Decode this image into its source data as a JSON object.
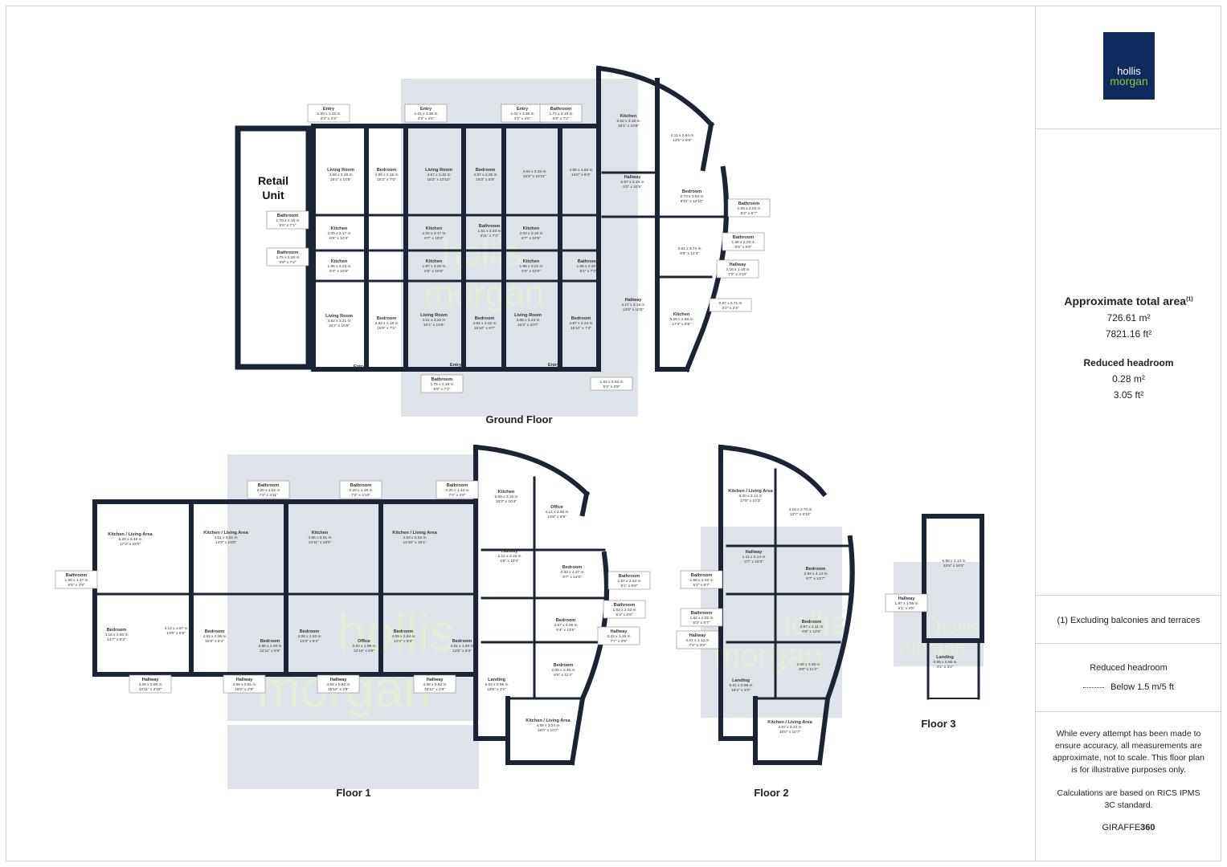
{
  "floor_labels": {
    "ground": "Ground Floor",
    "floor1": "Floor 1",
    "floor2": "Floor 2",
    "floor3": "Floor 3"
  },
  "retail_unit": [
    "Retail",
    "Unit"
  ],
  "watermark": [
    "hollis",
    "morgan"
  ],
  "rooms": {
    "ground": [
      {
        "name": "Entry",
        "dims": [
          "1.00 x 1.32 m",
          "3'3\" x 4'3\""
        ]
      },
      {
        "name": "Entry",
        "dims": [
          "1.01 x 1.35 m",
          "3'3\" x 4'5\""
        ]
      },
      {
        "name": "Entry",
        "dims": [
          "1.02 x 1.35 m",
          "3'4\" x 4'5\""
        ]
      },
      {
        "name": "Bathroom",
        "dims": [
          "1.74 x 2.19 m",
          "5'8\" x 7'2\""
        ]
      },
      {
        "name": "Kitchen",
        "dims": [
          "5.52 x 3.18 m",
          "18'1\" x 10'5\""
        ]
      },
      {
        "name": "",
        "dims": [
          "4.11 x 2.64 m",
          "13'5\" x 8'8\""
        ]
      },
      {
        "name": "Living Room",
        "dims": [
          "4.68 x 3.28 m",
          "15'4\" x 10'9\""
        ]
      },
      {
        "name": "Bedroom",
        "dims": [
          "4.95 x 2.15 m",
          "16'3\" x 7'0\""
        ]
      },
      {
        "name": "Living Room",
        "dims": [
          "4.67 x 3.32 m",
          "15'3\" x 10'10\""
        ]
      },
      {
        "name": "Bedroom",
        "dims": [
          "4.97 x 2.05 m",
          "16'3\" x 6'8\""
        ]
      },
      {
        "name": "",
        "dims": [
          "4.64 x 3.33 m",
          "15'2\" x 10'11\""
        ]
      },
      {
        "name": "",
        "dims": [
          "4.90 x 1.93 m",
          "16'0\" x 6'4\""
        ]
      },
      {
        "name": "Hallway",
        "dims": [
          "0.97 x 3.18 m",
          "3'2\" x 10'5\""
        ]
      },
      {
        "name": "Bedroom",
        "dims": [
          "2.73 x 3.93 m",
          "8'11\" x 12'10\""
        ]
      },
      {
        "name": "Bathroom",
        "dims": [
          "1.59 x 2.03 m",
          "5'2\" x 6'7\""
        ]
      },
      {
        "name": "Bathroom",
        "dims": [
          "1.70 x 2.18 m",
          "5'6\" x 7'1\""
        ]
      },
      {
        "name": "Kitchen",
        "dims": [
          "2.00 x 3.17 m",
          "6'6\" x 10'4\""
        ]
      },
      {
        "name": "Kitchen",
        "dims": [
          "2.02 x 3.17 m",
          "6'7\" x 10'4\""
        ]
      },
      {
        "name": "Bathroom",
        "dims": [
          "1.51 x 2.23 m",
          "4'11\" x 7'3\""
        ]
      },
      {
        "name": "Kitchen",
        "dims": [
          "2.02 x 3.18 m",
          "6'7\" x 10'5\""
        ]
      },
      {
        "name": "Bathroom",
        "dims": [
          "1.66 x 2.03 m",
          "5'5\" x 6'8\""
        ]
      },
      {
        "name": "Bathroom",
        "dims": [
          "1.75 x 2.20 m",
          "5'8\" x 7'2\""
        ]
      },
      {
        "name": "Kitchen",
        "dims": [
          "1.95 x 3.23 m",
          "6'4\" x 10'6\""
        ]
      },
      {
        "name": "Kitchen",
        "dims": [
          "1.97 x 3.20 m",
          "6'5\" x 10'6\""
        ]
      },
      {
        "name": "Kitchen",
        "dims": [
          "1.95 x 3.21 m",
          "6'4\" x 10'6\""
        ]
      },
      {
        "name": "Bathroom",
        "dims": [
          "1.56 x 2.20 m",
          "5'1\" x 7'2\""
        ]
      },
      {
        "name": "",
        "dims": [
          "2.91 x 3.74 m",
          "9'6\" x 12'3\""
        ]
      },
      {
        "name": "Hallway",
        "dims": [
          "2.16 x 1.18 m",
          "7'0\" x 3'10\""
        ]
      },
      {
        "name": "Living Room",
        "dims": [
          "4.62 x 3.21 m",
          "15'2\" x 10'6\""
        ]
      },
      {
        "name": "Bedroom",
        "dims": [
          "4.82 x 2.18 m",
          "15'9\" x 7'1\""
        ]
      },
      {
        "name": "Living Room",
        "dims": [
          "4.61 x 3.20 m",
          "15'1\" x 10'6\""
        ]
      },
      {
        "name": "Bedroom",
        "dims": [
          "4.84 x 2.02 m",
          "15'10\" x 6'7\""
        ]
      },
      {
        "name": "Living Room",
        "dims": [
          "4.66 x 3.23 m",
          "15'3\" x 10'7\""
        ]
      },
      {
        "name": "Bedroom",
        "dims": [
          "4.87 x 2.24 m",
          "15'11\" x 7'4\""
        ]
      },
      {
        "name": "Hallway",
        "dims": [
          "4.17 x 3.18 m",
          "13'8\" x 10'5\""
        ]
      },
      {
        "name": "",
        "dims": [
          "0.97 x 0.71 m",
          "3'2\" x 2'3\""
        ]
      },
      {
        "name": "Kitchen",
        "dims": [
          "5.29 x 2.58 m",
          "17'4\" x 8'5\""
        ]
      },
      {
        "name": "Entry",
        "dims": []
      },
      {
        "name": "Entry",
        "dims": []
      },
      {
        "name": "Entry",
        "dims": []
      },
      {
        "name": "Bathroom",
        "dims": [
          "1.75 x 2.19 m",
          "5'8\" x 7'2\""
        ]
      },
      {
        "name": "",
        "dims": [
          "1.64 x 0.83 m",
          "5'4\" x 2'8\""
        ]
      }
    ],
    "floor1": [
      {
        "name": "Bathroom",
        "dims": [
          "2.20 x 1.52 m",
          "7'2\" x 4'11\""
        ]
      },
      {
        "name": "Bathroom",
        "dims": [
          "2.20 x 1.48 m",
          "7'2\" x 4'10\""
        ]
      },
      {
        "name": "Bathroom",
        "dims": [
          "2.20 x 1.43 m",
          "7'2\" x 4'8\""
        ]
      },
      {
        "name": "Kitchen",
        "dims": [
          "5.59 x 3.15 m",
          "18'3\" x 10'4\""
        ]
      },
      {
        "name": "Office",
        "dims": [
          "4.14 x 2.68 m",
          "13'6\" x 8'9\""
        ]
      },
      {
        "name": "Kitchen / Living Area",
        "dims": [
          "5.26 x 5.49 m",
          "17'3\" x 18'0\""
        ]
      },
      {
        "name": "Kitchen / Living Area",
        "dims": [
          "4.51 x 5.51 m",
          "14'9\" x 18'0\""
        ]
      },
      {
        "name": "Kitchen",
        "dims": [
          "4.55 x 5.51 m",
          "14'11\" x 18'0\""
        ]
      },
      {
        "name": "Kitchen / Living Area",
        "dims": [
          "4.53 x 5.52 m",
          "14'10\" x 18'1\""
        ]
      },
      {
        "name": "Hallway",
        "dims": [
          "1.12 x 3.15 m",
          "3'8\" x 10'4\""
        ]
      },
      {
        "name": "Bedroom",
        "dims": [
          "2.93 x 4.27 m",
          "9'7\" x 14'0\""
        ]
      },
      {
        "name": "Bathroom",
        "dims": [
          "1.98 x 1.47 m",
          "6'5\" x 4'9\""
        ]
      },
      {
        "name": "Bathroom",
        "dims": [
          "1.57 x 2.04 m",
          "5'1\" x 6'8\""
        ]
      },
      {
        "name": "Bathroom",
        "dims": [
          "1.63 x 2.03 m",
          "5'4\" x 6'8\""
        ]
      },
      {
        "name": "Bedroom",
        "dims": [
          "2.87 x 4.09 m",
          "9'4\" x 13'5\""
        ]
      },
      {
        "name": "Hallway",
        "dims": [
          "2.32 x 1.15 m",
          "7'7\" x 3'9\""
        ]
      },
      {
        "name": "Bedroom",
        "dims": [
          "4.16 x 2.50 m",
          "13'7\" x 8'2\""
        ]
      },
      {
        "name": "",
        "dims": [
          "4.13 x 1.97 m",
          "13'6\" x 6'5\""
        ]
      },
      {
        "name": "Bedroom",
        "dims": [
          "4.82 x 2.56 m",
          "15'9\" x 8'4\""
        ]
      },
      {
        "name": "Bedroom",
        "dims": [
          "3.95 x 2.00 m",
          "12'11\" x 6'6\""
        ]
      },
      {
        "name": "Bedroom",
        "dims": [
          "4.06 x 2.53 m",
          "13'3\" x 8'3\""
        ]
      },
      {
        "name": "Office",
        "dims": [
          "3.93 x 1.99 m",
          "12'10\" x 6'6\""
        ]
      },
      {
        "name": "Bedroom",
        "dims": [
          "4.09 x 2.54 m",
          "13'4\" x 8'3\""
        ]
      },
      {
        "name": "Bedroom",
        "dims": [
          "3.81 x 1.93 m",
          "12'5\" x 6'3\""
        ]
      },
      {
        "name": "Bedroom",
        "dims": [
          "2.05 x 3.46 m",
          "6'8\" x 11'4\""
        ]
      },
      {
        "name": "Hallway",
        "dims": [
          "4.26 x 0.88 m",
          "13'11\" x 2'10\""
        ]
      },
      {
        "name": "Hallway",
        "dims": [
          "4.89 x 0.81 m",
          "16'0\" x 2'8\""
        ]
      },
      {
        "name": "Hallway",
        "dims": [
          "4.84 x 0.83 m",
          "15'10\" x 2'8\""
        ]
      },
      {
        "name": "Hallway",
        "dims": [
          "4.86 x 0.82 m",
          "15'11\" x 2'8\""
        ]
      },
      {
        "name": "Landing",
        "dims": [
          "5.63 x 0.96 m",
          "18'5\" x 3'1\""
        ]
      },
      {
        "name": "Kitchen / Living Area",
        "dims": [
          "4.58 x 3.24 m",
          "15'0\" x 10'7\""
        ]
      }
    ],
    "floor2": [
      {
        "name": "Kitchen / Living Area",
        "dims": [
          "5.40 x 3.14 m",
          "17'8\" x 10'3\""
        ]
      },
      {
        "name": "",
        "dims": [
          "4.16 x 2.70 m",
          "13'7\" x 8'10\""
        ]
      },
      {
        "name": "Hallway",
        "dims": [
          "1.11 x 3.14 m",
          "3'7\" x 10'3\""
        ]
      },
      {
        "name": "Bedroom",
        "dims": [
          "2.93 x 4.14 m",
          "9'7\" x 13'7\""
        ]
      },
      {
        "name": "Bathroom",
        "dims": [
          "1.58 x 2.03 m",
          "5'2\" x 6'7\""
        ]
      },
      {
        "name": "Bathroom",
        "dims": [
          "1.62 x 2.02 m",
          "5'3\" x 6'7\""
        ]
      },
      {
        "name": "Bedroom",
        "dims": [
          "2.87 x 4.11 m",
          "9'5\" x 13'5\""
        ]
      },
      {
        "name": "Hallway",
        "dims": [
          "2.21 x 1.12 m",
          "7'2\" x 3'8\""
        ]
      },
      {
        "name": "",
        "dims": [
          "2.06 x 3.45 m",
          "6'8\" x 11'3\""
        ]
      },
      {
        "name": "Landing",
        "dims": [
          "5.61 x 0.98 m",
          "18'4\" x 3'2\""
        ]
      },
      {
        "name": "Kitchen / Living Area",
        "dims": [
          "4.57 x 3.23 m",
          "15'0\" x 10'7\""
        ]
      }
    ],
    "floor3": [
      {
        "name": "",
        "dims": [
          "6.88 x 3.14 m",
          "22'6\" x 10'3\""
        ]
      },
      {
        "name": "Hallway",
        "dims": [
          "1.87 x 1.05 m",
          "6'1\" x 3'5\""
        ]
      },
      {
        "name": "Landing",
        "dims": [
          "0.95 x 0.98 m",
          "3'1\" x 3'2\""
        ]
      }
    ]
  },
  "sidebar": {
    "logo": {
      "line1": "hollis",
      "line2": "morgan"
    },
    "area_title": "Approximate total area",
    "area_sup": "(1)",
    "area_m2": "726.61 m²",
    "area_ft2": "7821.16 ft²",
    "reduced_title": "Reduced headroom",
    "reduced_m2": "0.28 m²",
    "reduced_ft2": "3.05 ft²",
    "note": "(1) Excluding balconies and terraces",
    "legend_title": "Reduced headroom",
    "legend_text": "Below 1.5 m/5 ft",
    "disclaimer": "While every attempt has been made to ensure accuracy, all measurements are approximate, not to scale. This floor plan is for illustrative purposes only.",
    "calc_note": "Calculations are based on RICS IPMS 3C standard.",
    "brand_a": "GIRAFFE",
    "brand_b": "360"
  },
  "colors": {
    "wall": "#1a2435",
    "shade": "#dde3e8",
    "logo_bg": "#0f2a5c",
    "logo_accent": "#8ec63f",
    "watermark": "#c9dbb0"
  }
}
